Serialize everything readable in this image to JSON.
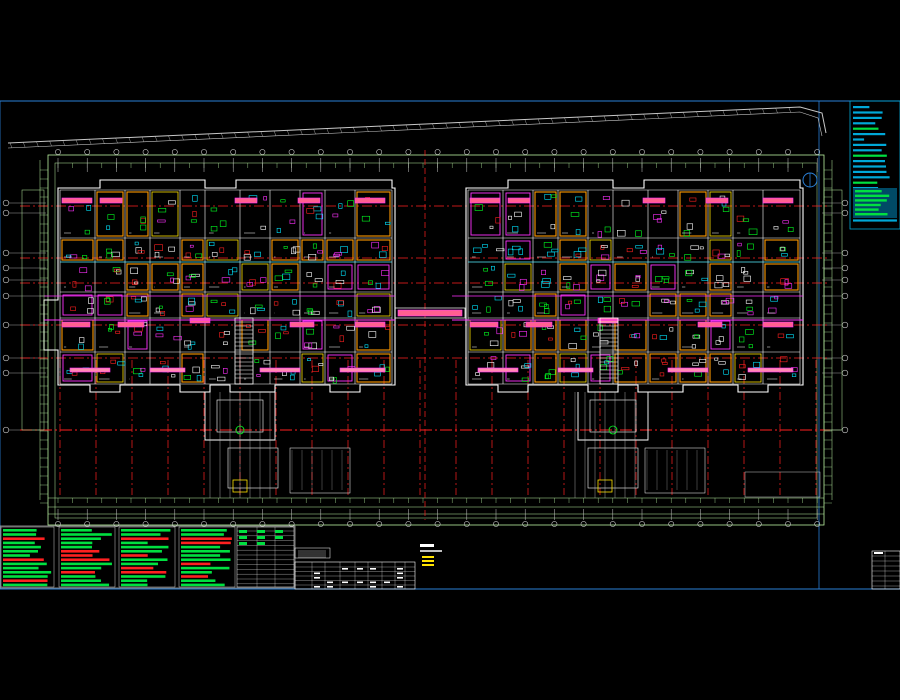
{
  "drawing": {
    "background": "#000000",
    "colors": {
      "frame": "#2a7fd6",
      "axis": "#c8c8c8",
      "dim": "#b8f0a0",
      "wall": "#ffffff",
      "red": "#ff2020",
      "magenta": "#ff30ff",
      "orange": "#ff9a00",
      "yellow": "#ffe300",
      "green": "#00ff20",
      "cyan": "#00e5ff",
      "panel_cyan": "#00a8d8",
      "panel_green": "#00e040"
    },
    "sections": {
      "plan_left": "building-plan-left",
      "plan_right": "building-plan-right",
      "legend_tables": "green-legend-tables",
      "schedule_table": "schedule-table",
      "notes_panel": "notes-panel",
      "title_block": "title-block"
    }
  }
}
